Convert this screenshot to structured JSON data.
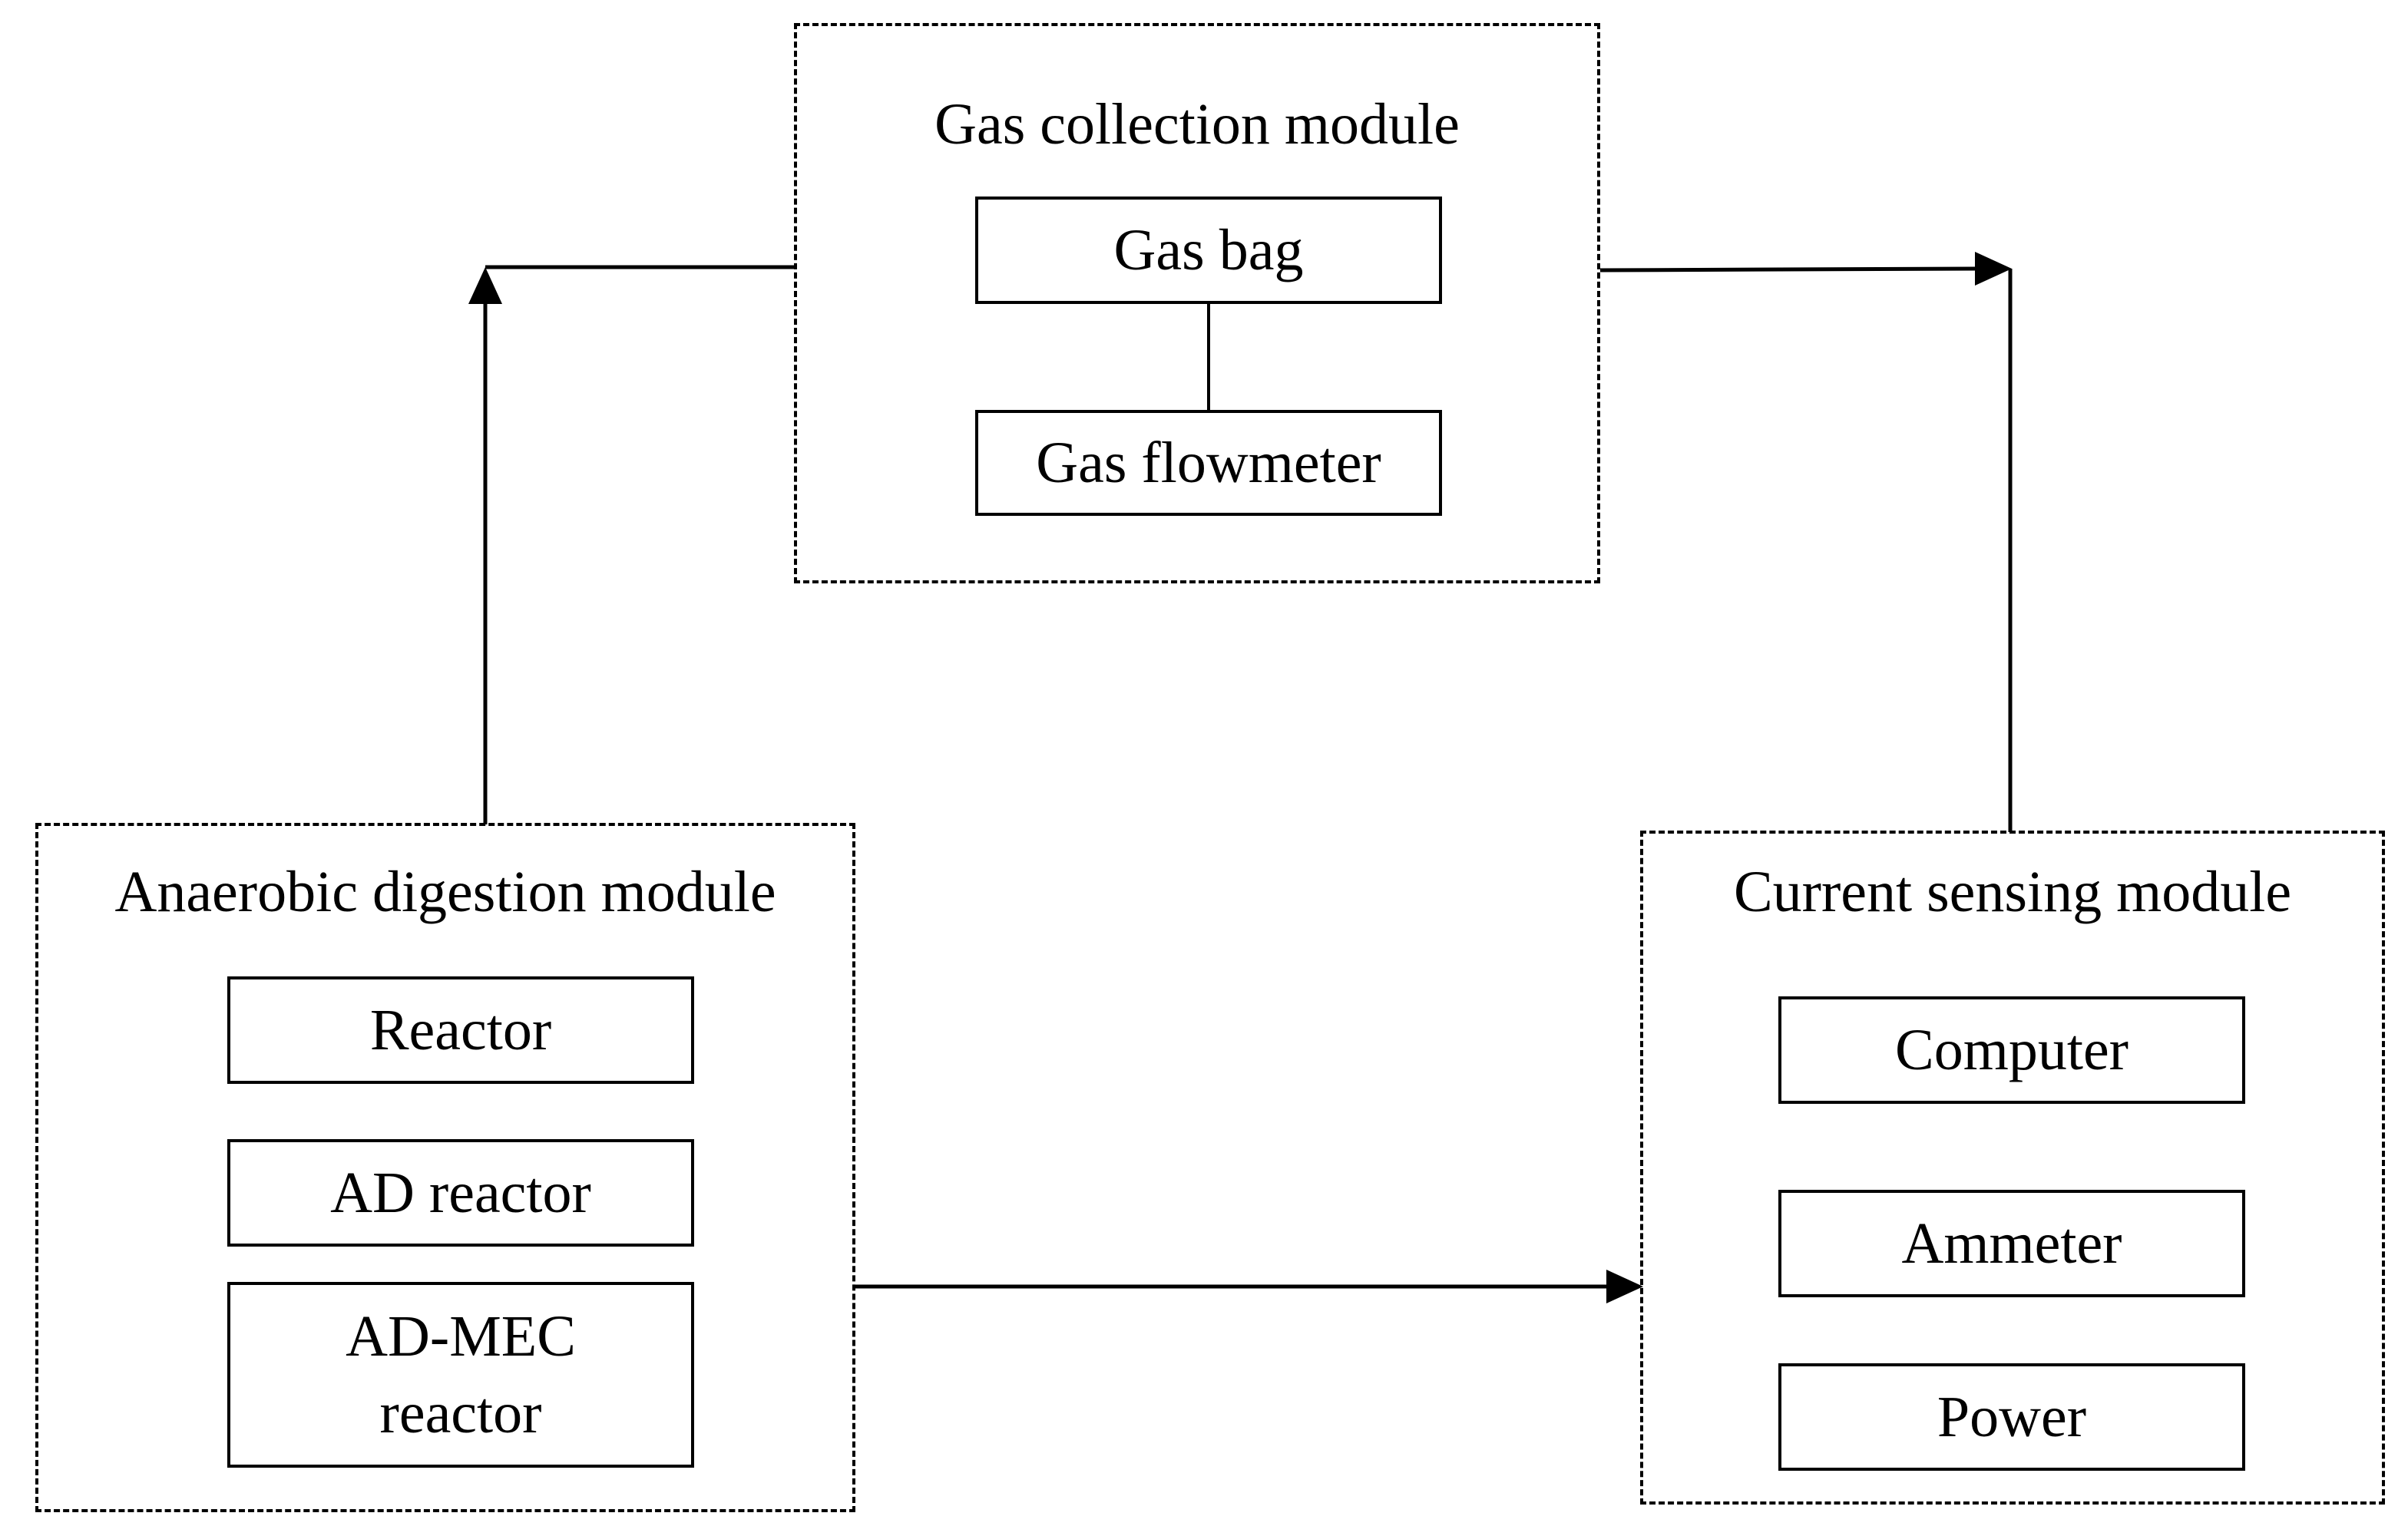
{
  "modules": {
    "gas_collection": {
      "title": "Gas collection module",
      "components": [
        "Gas bag",
        "Gas flowmeter"
      ]
    },
    "anaerobic_digestion": {
      "title": "Anaerobic digestion module",
      "components": [
        "Reactor",
        "AD reactor",
        "AD-MEC reactor"
      ]
    },
    "current_sensing": {
      "title": "Current sensing module",
      "components": [
        "Computer",
        "Ammeter",
        "Power"
      ]
    }
  },
  "colors": {
    "line": "#000000",
    "background": "#ffffff"
  }
}
